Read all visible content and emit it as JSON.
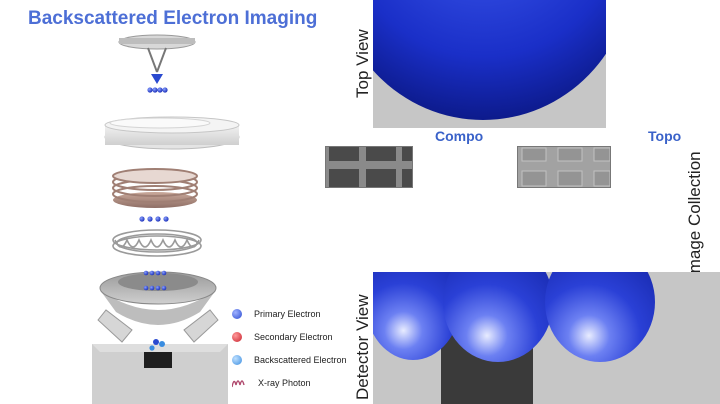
{
  "title": "Backscattered Electron Imaging",
  "views": {
    "top_view_label": "Top View",
    "detector_view_label": "Detector View",
    "image_collection_label": "Image Collection"
  },
  "images": {
    "compo_label": "Compo",
    "topo_label": "Topo"
  },
  "legend": [
    {
      "label": "Primary Electron",
      "color": "#2a4ad0",
      "icon": "blue-sphere-icon"
    },
    {
      "label": "Secondary Electron",
      "color": "#c8202c",
      "icon": "red-sphere-icon"
    },
    {
      "label": "Backscattered Electron",
      "color": "#3a8de0",
      "icon": "light-blue-sphere-icon"
    },
    {
      "label": "X-ray Photon",
      "color": "#b04a6e",
      "icon": "wavy-photon-icon"
    }
  ],
  "colors": {
    "title": "#4d6fd6",
    "sphere_dark": "#0f1f9c",
    "sphere_light": "#3b55e8",
    "panel_gray": "#c9c9c9"
  }
}
